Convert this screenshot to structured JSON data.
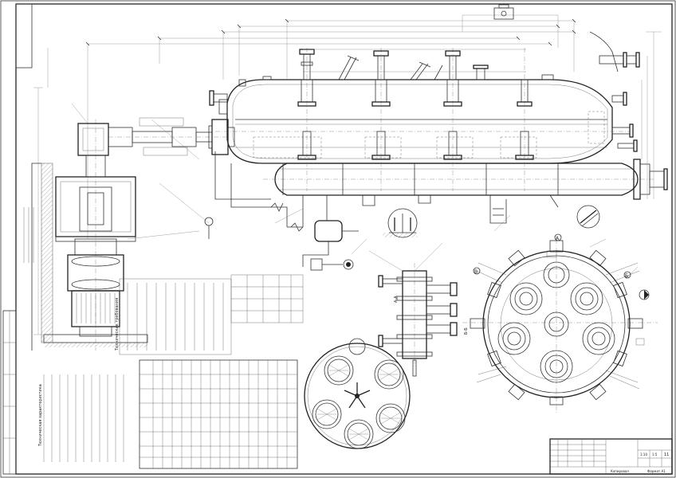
{
  "drawing": {
    "title_block": {
      "sheet_number": "11",
      "scale_marks": [
        "1:10",
        "1:5"
      ],
      "format_label": "Формат А1",
      "copied_label": "Копировал"
    },
    "section_labels": [
      "А",
      "Б",
      "В"
    ],
    "section_labels_rotated": [
      "А-А",
      "Б-Б"
    ],
    "notes": {
      "requirements": "Технические требования",
      "characteristic": "Техническая характеристика"
    }
  }
}
